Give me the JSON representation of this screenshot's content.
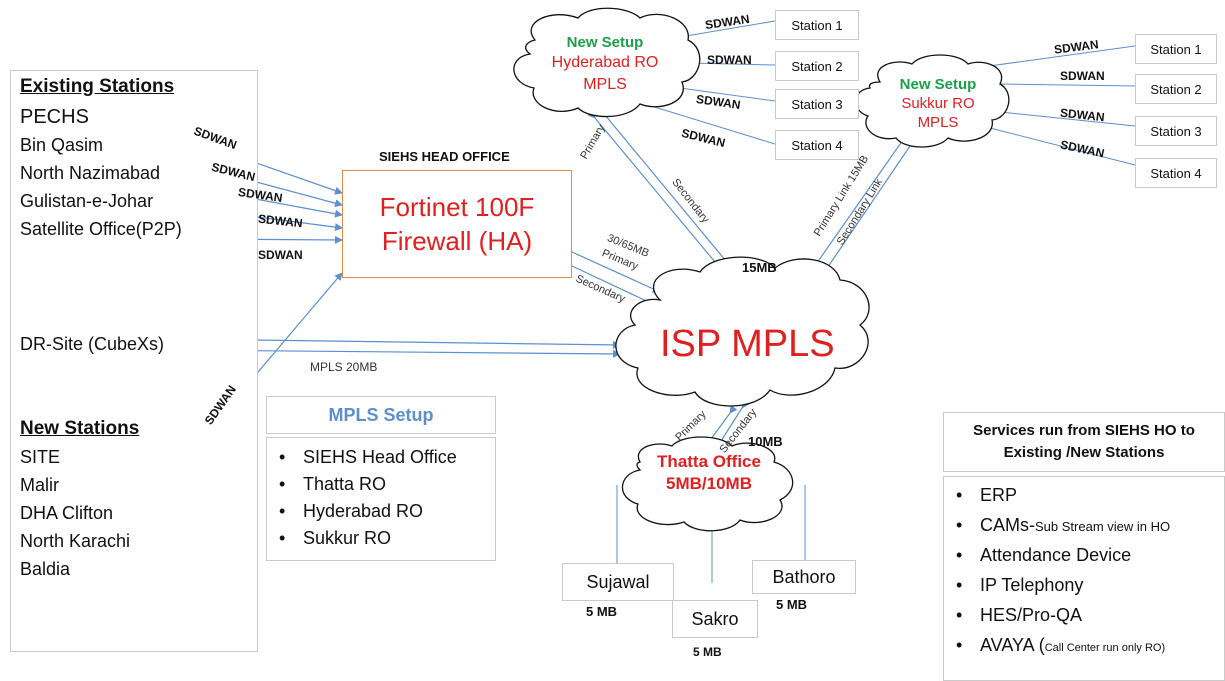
{
  "existing": {
    "title": "Existing Stations",
    "items": [
      "PECHS",
      "Bin Qasim",
      "North Nazimabad",
      "Gulistan-e-Johar",
      "Satellite Office(P2P)"
    ]
  },
  "dr_site": "DR-Site (CubeXs)",
  "mpls_20": "MPLS 20MB",
  "new_stations": {
    "title": "New Stations",
    "items": [
      "SITE",
      "Malir",
      "DHA Clifton",
      "North Karachi",
      "Baldia"
    ]
  },
  "head_office": {
    "title": "SIEHS HEAD OFFICE",
    "line1": "Fortinet 100F",
    "line2": "Firewall (HA)"
  },
  "mpls_setup": {
    "title": "MPLS Setup",
    "items": [
      "SIEHS Head Office",
      "Thatta RO",
      "Hyderabad RO",
      "Sukkur RO"
    ]
  },
  "hyderabad": {
    "line1": "New Setup",
    "line2": "Hyderabad RO",
    "line3": "MPLS"
  },
  "sukkur": {
    "line1": "New Setup",
    "line2": "Sukkur RO",
    "line3": "MPLS"
  },
  "isp": "ISP MPLS",
  "thatta": {
    "line1": "Thatta Office",
    "line2": "5MB/10MB"
  },
  "hyd_stations": [
    "Station 1",
    "Station 2",
    "Station 3",
    "Station 4"
  ],
  "suk_stations": [
    "Station 1",
    "Station 2",
    "Station 3",
    "Station 4"
  ],
  "sdwan": "SDWAN",
  "link_labels": {
    "primary": "Primary",
    "secondary": "Secondary",
    "primary_link": "Primary Link 15MB",
    "secondary_link": "Secondary Link",
    "ho_bw": "30/65MB",
    "mb15": "15MB",
    "mb10": "10MB"
  },
  "thatta_stations": [
    {
      "name": "Sujawal",
      "bw": "5 MB"
    },
    {
      "name": "Sakro",
      "bw": "5 MB"
    },
    {
      "name": "Bathoro",
      "bw": "5 MB"
    }
  ],
  "services": {
    "title_line1": "Services run from SIEHS HO to",
    "title_line2": "Existing /New Stations",
    "items": [
      {
        "main": "ERP",
        "small": ""
      },
      {
        "main": "CAMs-",
        "small": "Sub Stream view in HO"
      },
      {
        "main": "Attendance Device",
        "small": ""
      },
      {
        "main": "IP Telephony",
        "small": ""
      },
      {
        "main": "HES/Pro-QA",
        "small": ""
      },
      {
        "main": "AVAYA (",
        "small": "Call Center run only RO)"
      }
    ]
  },
  "colors": {
    "red": "#e02020",
    "green": "#1aa04a",
    "link": "#5b8fd0",
    "blue_title": "#5b8fd0"
  }
}
